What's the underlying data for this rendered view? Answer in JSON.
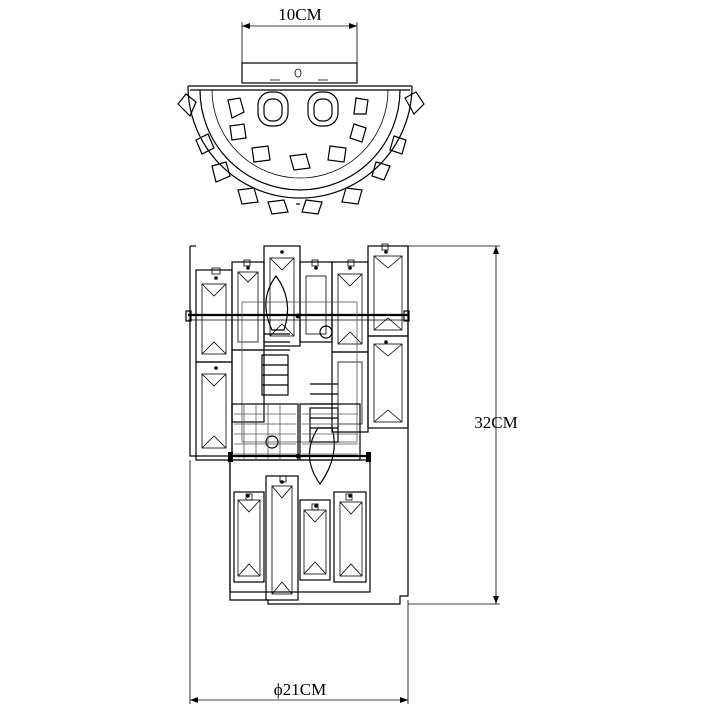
{
  "dimensions": {
    "top_width": "10CM",
    "height": "32CM",
    "diameter": "ϕ21CM"
  }
}
